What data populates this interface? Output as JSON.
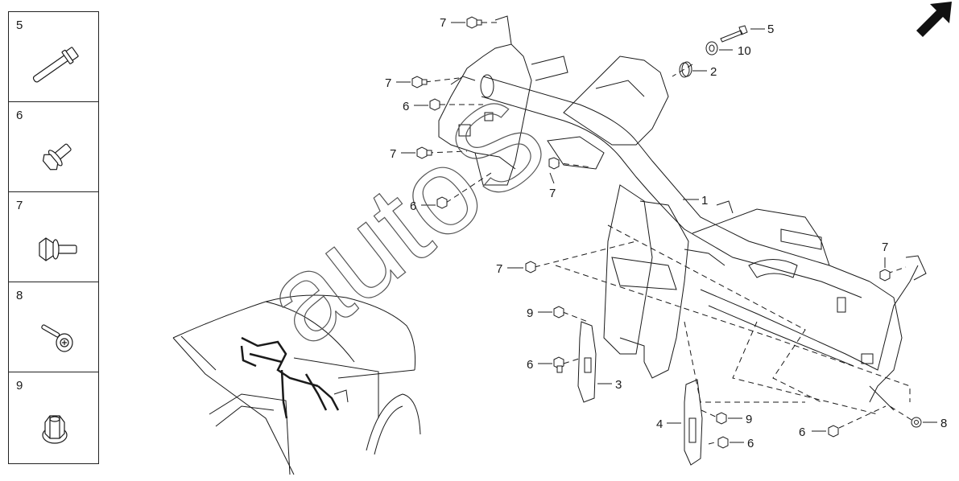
{
  "legend": {
    "items": [
      {
        "number": "5",
        "icon": "long-flange-bolt-icon"
      },
      {
        "number": "6",
        "icon": "hex-flange-bolt-icon"
      },
      {
        "number": "7",
        "icon": "hex-flange-bolt-icon"
      },
      {
        "number": "8",
        "icon": "washer-screw-icon"
      },
      {
        "number": "9",
        "icon": "flange-nut-icon"
      }
    ]
  },
  "callouts": {
    "c7_top": "7",
    "c5_top": "5",
    "c10": "10",
    "c2": "2",
    "c7_a": "7",
    "c6_a": "6",
    "c7_b": "7",
    "c7_mid": "7",
    "c6_b": "6",
    "c1": "1",
    "c7_left": "7",
    "c7_right": "7",
    "c9_a": "9",
    "c6_c": "6",
    "c3": "3",
    "c4": "4",
    "c9_b": "9",
    "c6_d": "6",
    "c6_e": "6",
    "c8": "8"
  },
  "watermark": "autoS",
  "colors": {
    "line": "#1a1a1a",
    "watermark": "#555555",
    "arrow": "#111111"
  }
}
